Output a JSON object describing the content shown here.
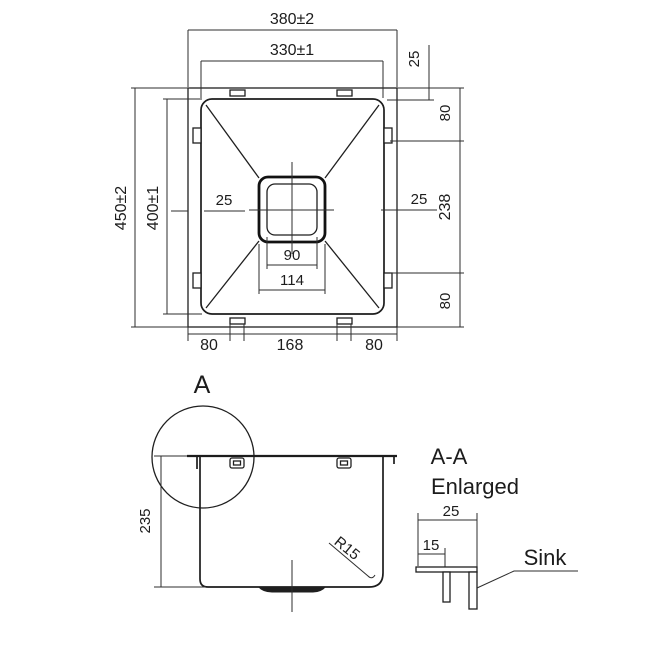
{
  "plan": {
    "overall_width": "380±2",
    "bowl_width": "330±1",
    "overall_height": "450±2",
    "bowl_height": "400±1",
    "rim_offset_top_right": "25",
    "clip_offset_right_top": "80",
    "clip_spacing_right": "238",
    "clip_offset_right_bottom": "80",
    "drain_offset_left": "25",
    "drain_offset_right": "25",
    "drain_inner_size": "90",
    "drain_outer_size": "114",
    "clip_offset_bottom_left": "80",
    "clip_spacing_bottom": "168",
    "clip_offset_bottom_right": "80"
  },
  "section": {
    "cut_label": "A",
    "depth": "235",
    "corner_radius": "R15"
  },
  "detail": {
    "title": "A-A",
    "subtitle": "Enlarged",
    "rim_width": "25",
    "lip_offset": "15",
    "part_callout": "Sink"
  }
}
